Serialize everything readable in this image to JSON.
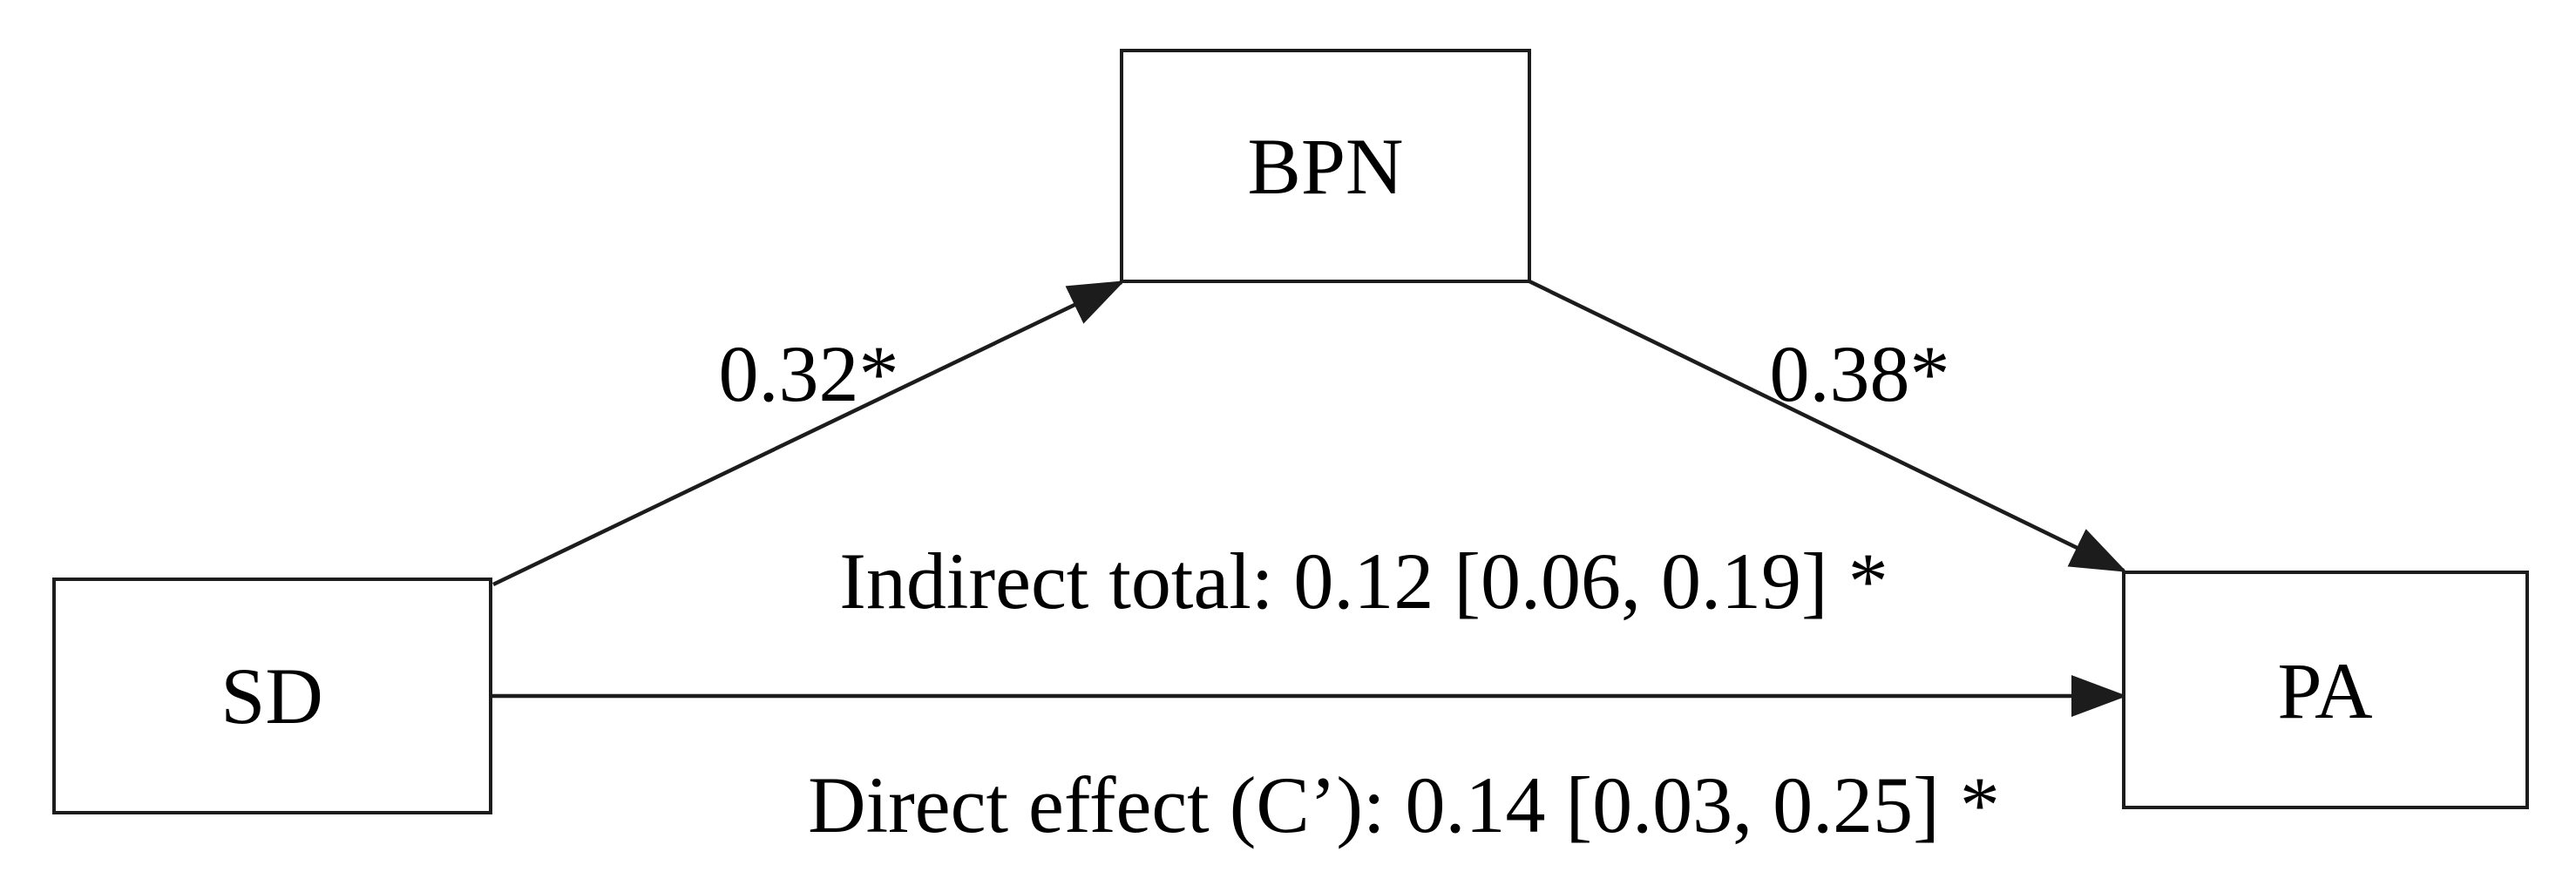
{
  "figure": {
    "background_color": "#ffffff",
    "line_color": "#1c1c1c",
    "text_color": "#000000"
  },
  "diagram": {
    "type": "mediation-path-model",
    "nodes": [
      {
        "id": "predictor",
        "label": "SD"
      },
      {
        "id": "mediator",
        "label": "BPN"
      },
      {
        "id": "outcome",
        "label": "PA"
      }
    ],
    "edges": [
      {
        "id": "a-path",
        "from": "SD",
        "to": "BPN",
        "label": "0.32*",
        "estimate": "0.32",
        "significant": true
      },
      {
        "id": "b-path",
        "from": "BPN",
        "to": "PA",
        "label": "0.38*",
        "estimate": "0.38",
        "significant": true
      },
      {
        "id": "c-path",
        "from": "SD",
        "to": "PA",
        "significant": true
      }
    ],
    "effects": {
      "indirect_total": {
        "label": "Indirect total: 0.12 [0.06, 0.19] *",
        "estimate": "0.12",
        "ci_lower": "0.06",
        "ci_upper": "0.19"
      },
      "direct": {
        "label": "Direct effect (C’): 0.14 [0.03, 0.25] *",
        "estimate": "0.14",
        "ci_lower": "0.03",
        "ci_upper": "0.25"
      }
    }
  }
}
